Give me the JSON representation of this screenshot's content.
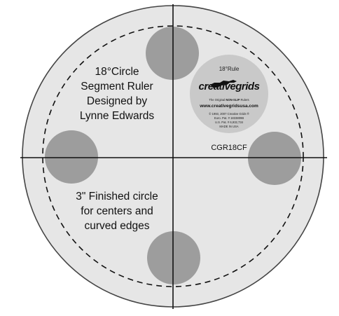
{
  "ruler": {
    "colors": {
      "face": "#e6e6e6",
      "outline": "#444444",
      "marker": "#9d9d9d",
      "line": "#111111",
      "logo_bg": "#c9c9c9"
    },
    "title_lines": [
      "18°Circle",
      "Segment Ruler",
      "Designed by",
      "Lynne Edwards"
    ],
    "finished_lines": [
      "3\" Finished circle",
      "for centers and",
      "curved edges"
    ],
    "model": "CGR18CF",
    "logo": {
      "rule_label": "18°Rule",
      "brand_word_1": "creative",
      "brand_word_2": "grids",
      "tagline_1": "The Original",
      "tagline_2": "NON-SLIP",
      "tagline_3": "Rulers",
      "url": "www.creativegridsusa.com",
      "copyright": "© 1993, 2007 Creative Grids ®",
      "euro_patent": "Euro. Pat. # 1833809B",
      "us_patent": "U.S. Pat. # 6,932,734",
      "made_in": "MADE IN USA"
    }
  }
}
